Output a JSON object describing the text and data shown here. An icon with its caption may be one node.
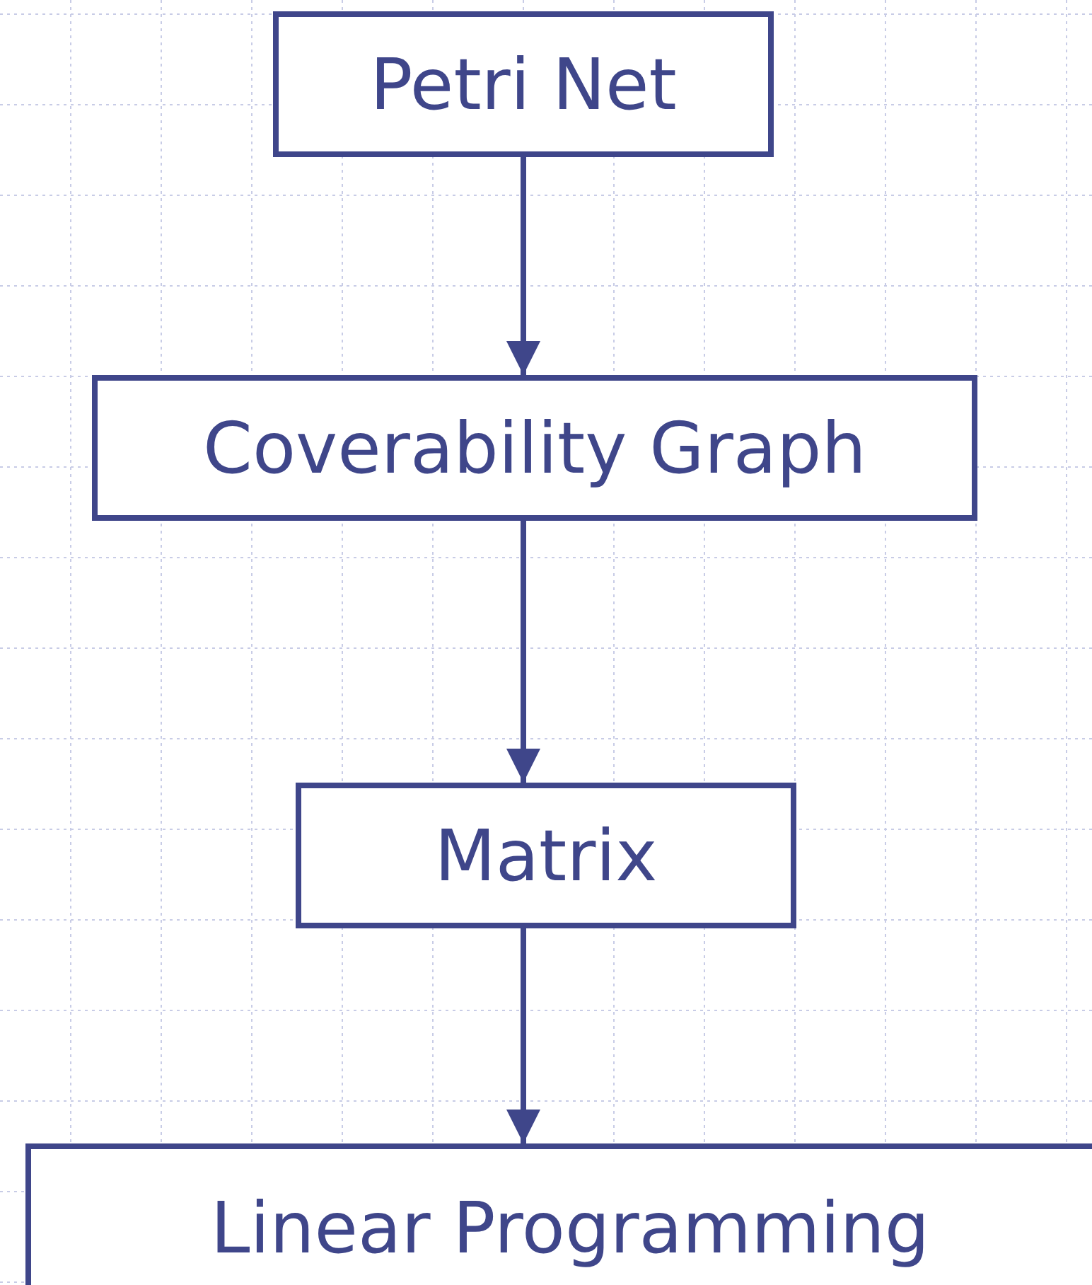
{
  "diagram": {
    "nodes": [
      {
        "text": [
          "Petri Net"
        ]
      },
      {
        "text": [
          "Coverability Graph"
        ]
      },
      {
        "text": [
          "Matrix"
        ]
      },
      {
        "text": [
          "Linear Programming"
        ]
      }
    ],
    "edges": [
      {
        "from": 0,
        "to": 1,
        "arrow": "to"
      },
      {
        "from": 1,
        "to": 2,
        "arrow": "to"
      },
      {
        "from": 2,
        "to": 3,
        "arrow": "to"
      }
    ]
  }
}
